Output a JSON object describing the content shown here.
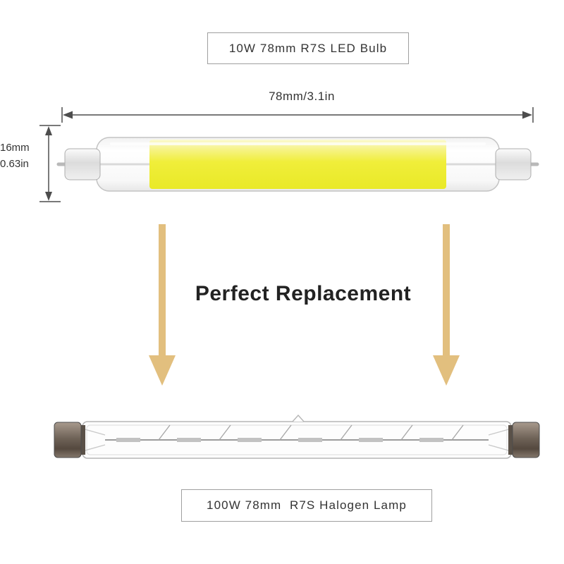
{
  "top_label": "10W 78mm R7S LED Bulb",
  "bottom_label": "100W 78mm  R7S Halogen Lamp",
  "dimensions": {
    "length": "78mm/3.1in",
    "diameter_mm": "16mm",
    "diameter_in": "0.63in"
  },
  "heading": "Perfect Replacement",
  "colors": {
    "arrow": "#e2bf7e",
    "led_yellow": "#f0ee3a",
    "dimension": "#4d4d4d",
    "border": "#9f9f9f",
    "text": "#333333"
  },
  "icons": {
    "down_arrow_left": "down-arrow",
    "down_arrow_right": "down-arrow"
  }
}
